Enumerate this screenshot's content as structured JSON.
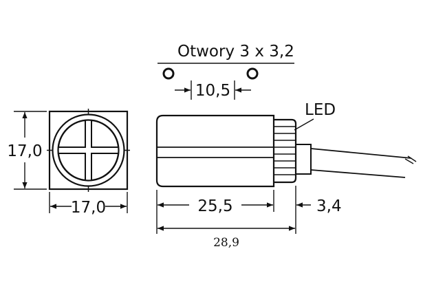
{
  "labels": {
    "holes": "Otwory 3 x 3,2",
    "hole_spacing": "10,5",
    "led": "LED",
    "front_height": "17,0",
    "front_width": "17,0",
    "body_length": "25,5",
    "cap_length": "3,4",
    "total_length": "28,9"
  },
  "colors": {
    "line": "#111111",
    "background": "#ffffff"
  }
}
